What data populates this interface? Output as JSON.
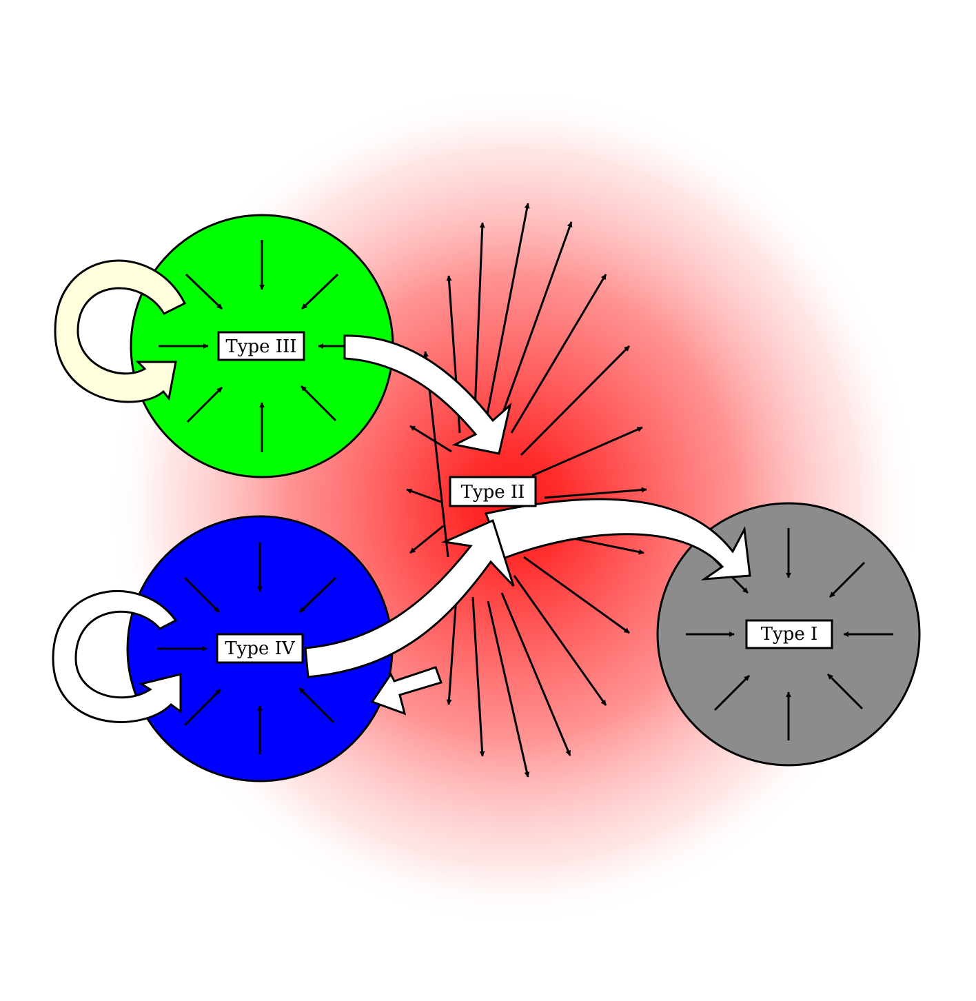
{
  "colors": {
    "background": "#ffffff",
    "glow": "#ff1a1a",
    "type_iii": "#00ff00",
    "type_iv": "#0000ff",
    "type_i": "#8c8c8c",
    "loop_type_iii": "#ffffdd",
    "loop_type_iv": "#ffffff",
    "flow_arrow": "#ffffff",
    "outline": "#000000"
  },
  "nodes": {
    "type_iii": {
      "label": "Type III"
    },
    "type_ii": {
      "label": "Type II"
    },
    "type_iv": {
      "label": "Type IV"
    },
    "type_i": {
      "label": "Type I"
    }
  },
  "flows": [
    {
      "from": "type_iii",
      "to": "type_ii"
    },
    {
      "from": "type_ii",
      "to": "type_i"
    },
    {
      "from": "type_iv",
      "to": "type_ii"
    },
    {
      "from": "type_ii",
      "to": "type_iv"
    },
    {
      "from": "type_iii",
      "to": "type_iii"
    },
    {
      "from": "type_iv",
      "to": "type_iv"
    }
  ]
}
